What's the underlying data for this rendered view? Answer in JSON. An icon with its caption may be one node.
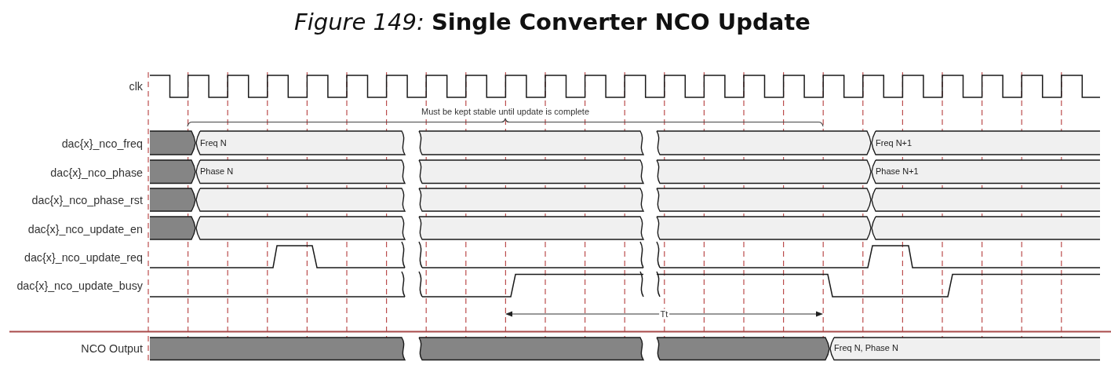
{
  "diagram": {
    "title": "*Figure 149:* **Single Converter NCO Update**",
    "nodes": [
      {
        "text": [],
        "shape": "bar"
      },
      {
        "text": [
          "Freq N"
        ]
      },
      {
        "text": [],
        "shape": "bar"
      },
      {
        "text": [],
        "shape": "bar"
      },
      {
        "text": [
          "Freq N+1"
        ]
      },
      {
        "text": [],
        "shape": "bar"
      },
      {
        "text": [
          "Phase N"
        ]
      },
      {
        "text": [],
        "shape": "bar"
      },
      {
        "text": [],
        "shape": "bar"
      },
      {
        "text": [
          "Phase N+1"
        ]
      },
      {
        "text": [],
        "shape": "bar"
      },
      {
        "text": [],
        "shape": "bar"
      },
      {
        "text": [],
        "shape": "bar"
      },
      {
        "text": [],
        "shape": "bar"
      },
      {
        "text": [],
        "shape": "bar"
      },
      {
        "text": [],
        "shape": "bar"
      },
      {
        "text": [],
        "shape": "bar"
      },
      {
        "text": [],
        "shape": "bar"
      },
      {
        "text": [],
        "shape": "bar"
      },
      {
        "text": [],
        "shape": "bar"
      },
      {
        "text": [],
        "shape": "bar"
      },
      {
        "text": [],
        "shape": "bar"
      },
      {
        "text": [],
        "shape": "bar"
      },
      {
        "text": [
          "Freq N, Phase N"
        ]
      }
    ],
    "labels": [
      "clk",
      "Must be kept stable until update is complete",
      "dac{x}_nco_freq",
      "dac{x}_nco_phase",
      "dac{x}_nco_phase_rst",
      "dac{x}_nco_update_en",
      "dac{x}_nco_update_req",
      "dac{x}_nco_update_busy",
      "Tt",
      "NCO Output"
    ]
  }
}
